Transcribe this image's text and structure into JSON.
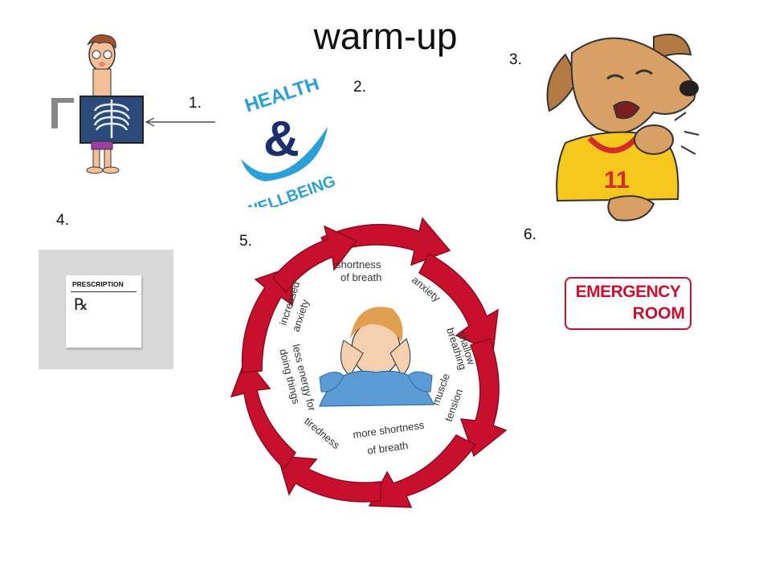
{
  "slide": {
    "title": "warm-up",
    "labels": {
      "n1": "1.",
      "n2": "2.",
      "n3": "3.",
      "n4": "4.",
      "n5": "5.",
      "n6": "6."
    }
  },
  "health_logo": {
    "word_top": "HEALTH",
    "ampersand": "&",
    "word_bottom": "WELLBEING"
  },
  "prescription": {
    "heading": "PRESCRIPTION",
    "symbol": "℞"
  },
  "cycle": {
    "center_icon": "stressed-person-icon",
    "steps": [
      "shortness of breath",
      "anxiety",
      "shallow breathing",
      "muscle tension",
      "more shortness of breath",
      "tiredness",
      "less energy for doing things",
      "increased anxiety"
    ],
    "step_lines": {
      "s1a": "shortness",
      "s1b": "of breath",
      "s2": "anxiety",
      "s3a": "shallow",
      "s3b": "breathing",
      "s4a": "muscle",
      "s4b": "tension",
      "s5a": "more shortness",
      "s5b": "of breath",
      "s6": "tiredness",
      "s7a": "less energy for",
      "s7b": "doing things",
      "s8a": "increased",
      "s8b": "anxiety"
    }
  },
  "emergency": {
    "line1": "EMERGENCY",
    "line2": "ROOM"
  },
  "dog": {
    "jersey_number": "11"
  },
  "colors": {
    "arrow_red": "#c8102e",
    "logo_blue": "#2a9fd8",
    "logo_dark": "#1b7fbf",
    "emergency_red": "#c8102e"
  }
}
